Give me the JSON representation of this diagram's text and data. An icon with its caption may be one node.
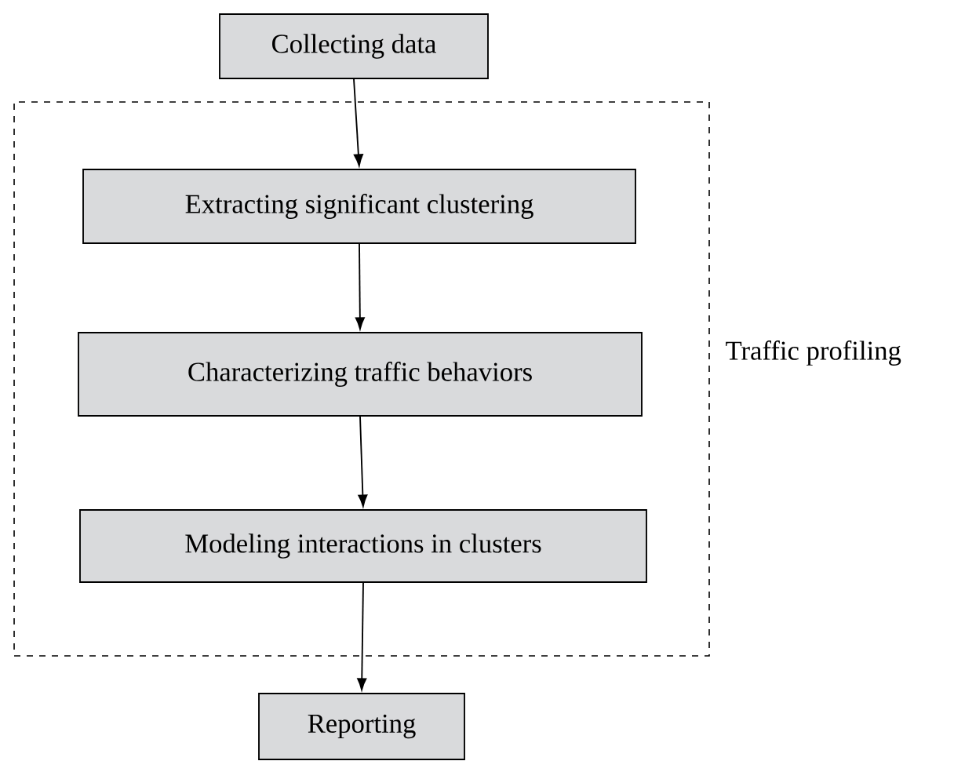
{
  "diagram": {
    "nodes": [
      {
        "text": [
          "Collecting data"
        ]
      },
      {
        "text": [
          "Traffic profiling"
        ]
      },
      {
        "text": [
          "Extracting significant clustering"
        ],
        "in": 1
      },
      {
        "text": [
          "Characterizing traffic behaviors"
        ],
        "in": 1
      },
      {
        "text": [
          "Modeling interactions in clusters"
        ],
        "in": 1
      },
      {
        "text": [
          "Reporting"
        ]
      }
    ],
    "edges": [
      {
        "from": 0,
        "to": 2,
        "arrow": "to"
      },
      {
        "from": 2,
        "to": 3,
        "arrow": "to"
      },
      {
        "from": 3,
        "to": 4,
        "arrow": "to"
      },
      {
        "from": 4,
        "to": 5,
        "arrow": "to"
      }
    ]
  }
}
